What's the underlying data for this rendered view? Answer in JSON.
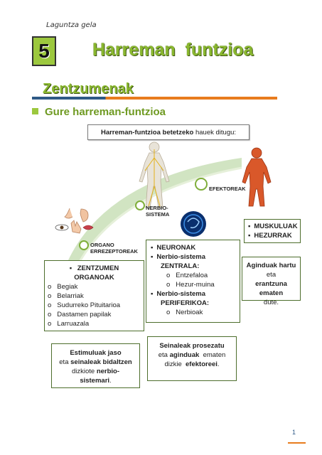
{
  "header_note": "Laguntza gela",
  "unit_number": "5",
  "title": "Harreman  funtzioa",
  "section": "Zentzumenak",
  "subtitle": "Gure harreman-funtzioa",
  "banner": {
    "bold": "Harreman-funtzioa betetzeko",
    "rest": " hauek ditugu:"
  },
  "stage_labels": {
    "organs": [
      "ORGANO",
      "ERREZEPTOREAK"
    ],
    "nervous": [
      "NERBIO-",
      "SISTEMA"
    ],
    "effectors": "EFEKTOREAK"
  },
  "sense_box": {
    "heading": [
      "ZENTZUMEN",
      "ORGANOAK"
    ],
    "items": [
      "Begiak",
      "Belarriak",
      "Sudurreko Pituitarioa",
      "Dastamen papilak",
      "Larruazala"
    ]
  },
  "nerve_box": {
    "neurons": "NEURONAK",
    "central": [
      "Nerbio-sistema",
      "ZENTRALA:"
    ],
    "central_items": [
      "Entzefaloa",
      "Hezur-muina"
    ],
    "peripheral": [
      "Nerbio-sistema",
      "PERIFERIKOA:"
    ],
    "peripheral_items": [
      "Nerbioak"
    ]
  },
  "effector_box": {
    "items": [
      "MUSKULUAK",
      "HEZURRAK"
    ]
  },
  "effector_desc": {
    "bold1": "Aginduak hartu",
    "text1": " eta",
    "bold2": "erantzuna ematen",
    "text2": "dute."
  },
  "stimulus_box": {
    "l1": "Estimuluak jaso",
    "l2a": "eta ",
    "l2b": "seinaleak bidaltzen",
    "l3a": "dizkiote ",
    "l3b": "nerbio-",
    "l4": "sistemari",
    "l4end": "."
  },
  "signal_box": {
    "l1": "Seinaleak prosezatu",
    "l2a": "eta ",
    "l2b": "aginduak",
    "l2c": "  ematen",
    "l3a": "dizkie  ",
    "l3b": "efektoreei",
    "l3end": "."
  },
  "page_number": "1",
  "colors": {
    "accent_green": "#8ab82f",
    "box_border": "#4d6e2c",
    "rule_blue": "#2f5a86",
    "rule_orange": "#e87c1e"
  }
}
